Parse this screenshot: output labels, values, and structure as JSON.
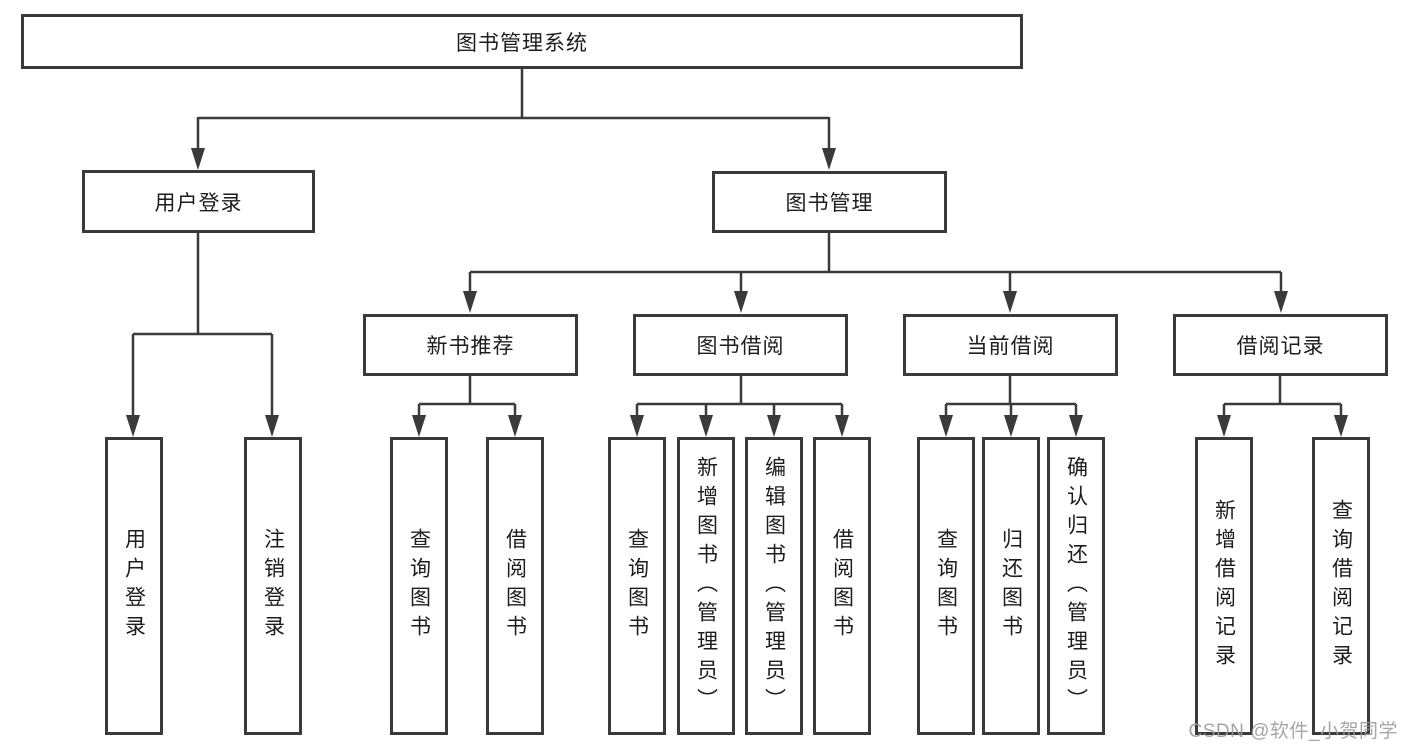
{
  "diagram": {
    "root": {
      "label": "图书管理系统"
    },
    "level2": [
      {
        "label": "用户登录"
      },
      {
        "label": "图书管理"
      }
    ],
    "level3": [
      {
        "label": "新书推荐"
      },
      {
        "label": "图书借阅"
      },
      {
        "label": "当前借阅"
      },
      {
        "label": "借阅记录"
      }
    ],
    "leaves": {
      "user_login": [
        "用户登录",
        "注销登录"
      ],
      "new_book_recommend": [
        "查询图书",
        "借阅图书"
      ],
      "book_borrow": [
        "查询图书",
        "新增图书（管理员）",
        "编辑图书（管理员）",
        "借阅图书"
      ],
      "current_borrow": [
        "查询图书",
        "归还图书",
        "确认归还（管理员）"
      ],
      "borrow_records": [
        "新增借阅记录",
        "查询借阅记录"
      ]
    }
  },
  "watermark": {
    "text": "CSDN @软件_小贺同学"
  },
  "colors": {
    "line": "#3a3a3a",
    "border": "#3a3a3a",
    "fill": "#ffffff",
    "text": "#1d1d1d",
    "background": "#ffffff",
    "watermark": "#9c9c9c"
  }
}
